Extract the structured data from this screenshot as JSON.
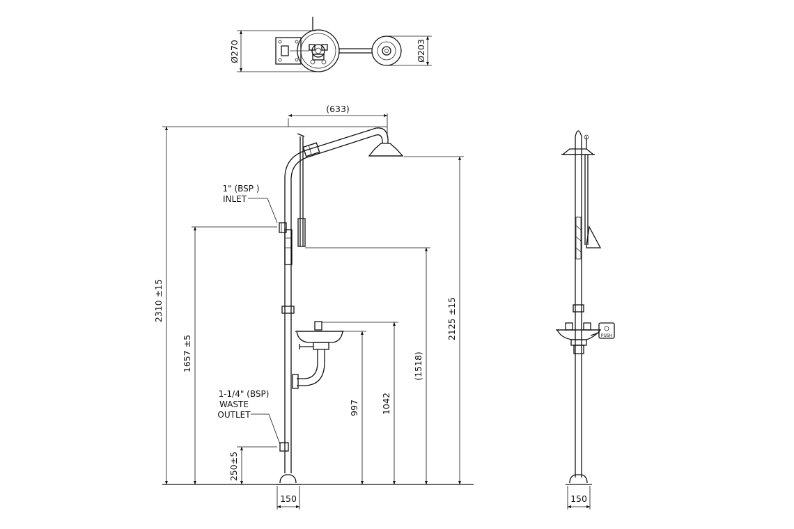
{
  "top_view": {
    "dia_shower": "Ø270",
    "dia_bowl": "Ø203"
  },
  "front_view": {
    "reach": "(633)",
    "overall_height": "2310 ±15",
    "shower_height": "2125 ±15",
    "pull_rod_height": "(1518)",
    "inlet_height": "1657 ±5",
    "bowl_height": "1042",
    "bowl_inner_height": "997",
    "outlet_height": "250±5",
    "base_width": "150",
    "inlet_label": [
      "1\" (BSP )",
      "INLET"
    ],
    "outlet_label": [
      "1-1/4\" (BSP)",
      "WASTE",
      "OUTLET"
    ]
  },
  "side_view": {
    "base_width": "150",
    "push_label": "PUSH"
  }
}
